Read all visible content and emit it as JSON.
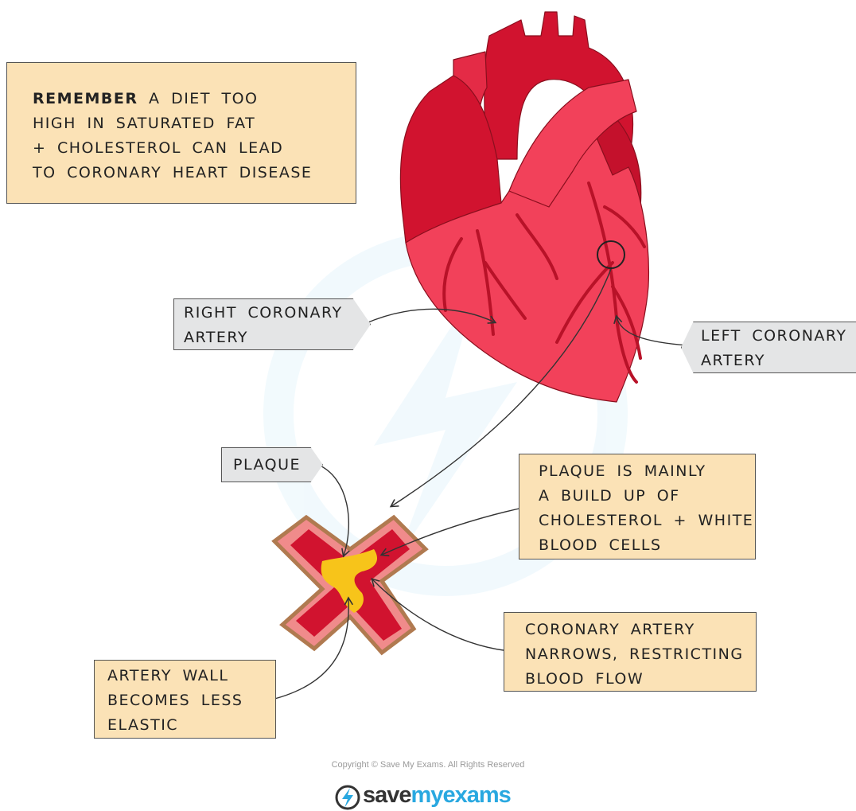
{
  "reminder": {
    "line1_bold": "REMEMBER",
    "line1_rest": " A DIET TOO",
    "line2": "HIGH IN SATURATED FAT",
    "line3": "+ CHOLESTEROL CAN LEAD",
    "line4": "TO CORONARY HEART DISEASE"
  },
  "labels": {
    "right_coronary": [
      "RIGHT CORONARY",
      "ARTERY"
    ],
    "left_coronary": [
      "LEFT CORONARY",
      "ARTERY"
    ],
    "plaque": "PLAQUE",
    "plaque_info": [
      "PLAQUE IS MAINLY",
      "A BUILD UP OF",
      "CHOLESTEROL + WHITE",
      "BLOOD CELLS"
    ],
    "narrows": [
      "CORONARY ARTERY",
      "NARROWS, RESTRICTING",
      "BLOOD FLOW"
    ],
    "wall": [
      "ARTERY WALL",
      "BECOMES LESS",
      "ELASTIC"
    ]
  },
  "footer": {
    "copyright": "Copyright © Save My Exams. All Rights Reserved",
    "logo_save": "save",
    "logo_my": "my",
    "logo_exams": "exams"
  },
  "colors": {
    "heart_dark": "#d1132f",
    "heart_light": "#f2415a",
    "vessel": "#b81228",
    "plaque": "#f7c41a",
    "box_yellow": "#fbe2b6",
    "box_grey": "#e4e5e6",
    "brand_blue": "#29a8e0"
  }
}
